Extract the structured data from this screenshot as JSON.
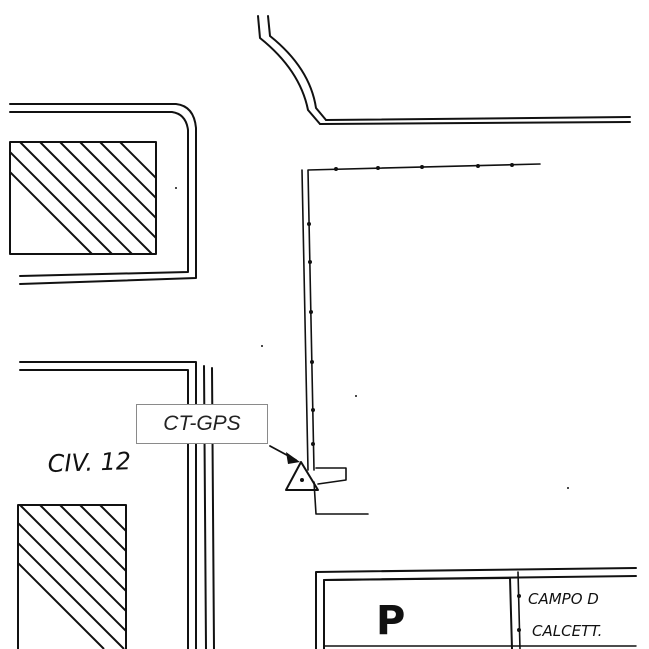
{
  "map": {
    "station_label": "CT-GPS",
    "civic_label": "CIV. 12",
    "parking_label": "P",
    "field_label_line1": "CAMPO D",
    "field_label_line2": "CALCETT."
  },
  "colors": {
    "ink": "#111111",
    "paper": "#ffffff",
    "callout_border": "#8a8a8a"
  }
}
